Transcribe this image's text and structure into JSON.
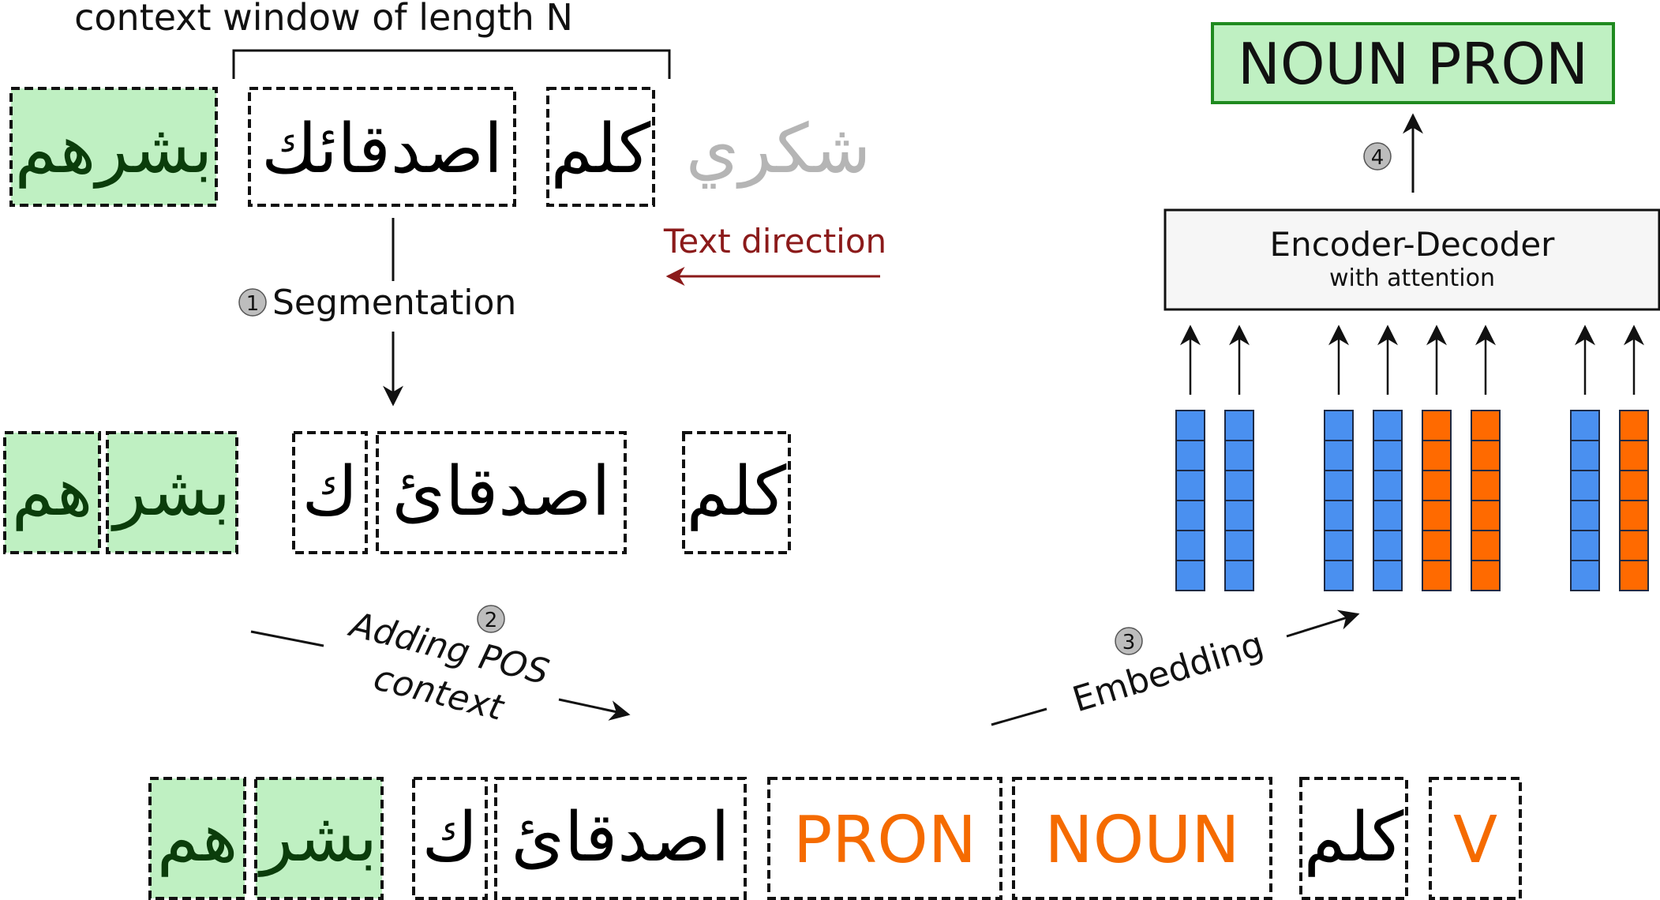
{
  "header": {
    "context_label": "context window of length N"
  },
  "row1": {
    "words": [
      {
        "text": "بشرهم",
        "highlight": "green"
      },
      {
        "text": "اصدقائك",
        "highlight": "none"
      },
      {
        "text": "كلم",
        "highlight": "none"
      },
      {
        "text": "شكري",
        "highlight": "outside"
      }
    ],
    "text_direction_label": "Text direction",
    "text_direction_color": "#8b1a1a"
  },
  "steps": {
    "step1": {
      "number": "1",
      "label": "Segmentation"
    },
    "step2": {
      "number": "2",
      "label_line1": "Adding POS",
      "label_line2": "context"
    },
    "step3": {
      "number": "3",
      "label": "Embedding"
    },
    "step4": {
      "number": "4"
    }
  },
  "row2": {
    "segments": [
      "هم",
      "بشر",
      "ك",
      "اصدقائ",
      "كلم"
    ]
  },
  "row3": {
    "tokens": [
      {
        "text": "هم",
        "kind": "word",
        "highlight": "green"
      },
      {
        "text": "بشر",
        "kind": "word",
        "highlight": "green"
      },
      {
        "text": "ك",
        "kind": "word",
        "highlight": "none"
      },
      {
        "text": "اصدقائ",
        "kind": "word",
        "highlight": "none"
      },
      {
        "text": "PRON",
        "kind": "pos"
      },
      {
        "text": "NOUN",
        "kind": "pos"
      },
      {
        "text": "كلم",
        "kind": "word",
        "highlight": "none"
      },
      {
        "text": "V",
        "kind": "pos"
      }
    ]
  },
  "model": {
    "title": "Encoder-Decoder",
    "subtitle": "with attention",
    "output": "NOUN PRON"
  },
  "embeddings": {
    "vectors": [
      "word",
      "word",
      "word",
      "word",
      "pos",
      "pos",
      "word",
      "pos"
    ],
    "cells_per_vector": 6
  },
  "colors": {
    "green_fill": "#bff0c2",
    "green_border": "#1f8a1f",
    "pos_orange": "#f56b00",
    "word_vector_blue": "#4a90f0",
    "pos_vector_orange": "#ff6a00",
    "step_circle": "#bdbdbd",
    "text_direction": "#8b1a1a"
  }
}
